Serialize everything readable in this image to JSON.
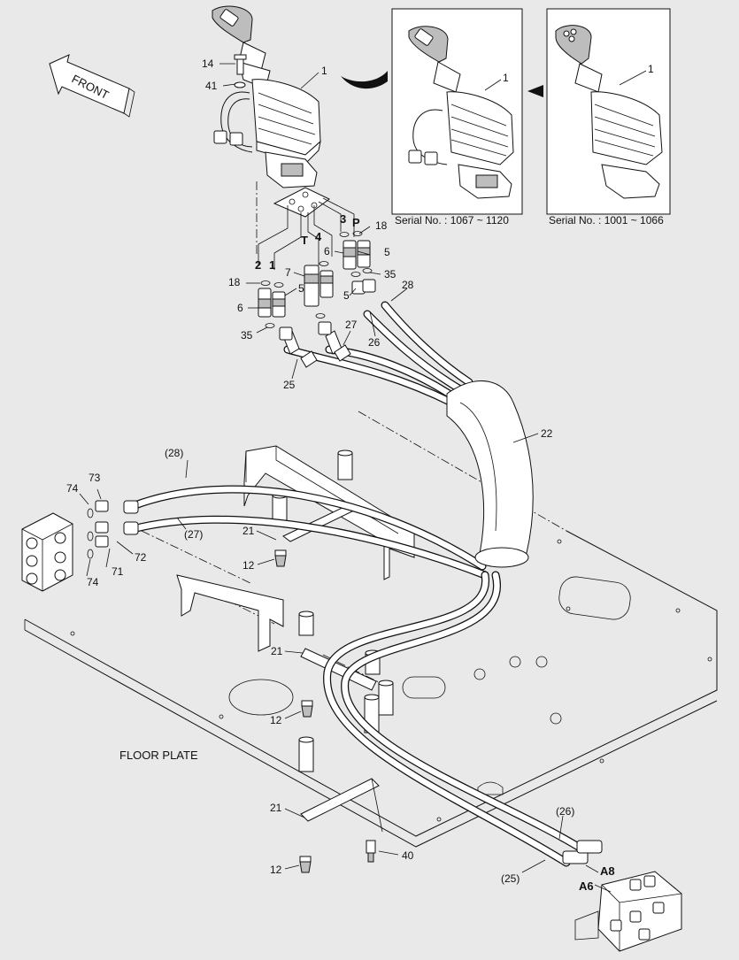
{
  "directions": {
    "front": "FRONT"
  },
  "insets": [
    {
      "serial": "Serial No. : 1067 ~ 1120",
      "callout": "1"
    },
    {
      "serial": "Serial No. : 1001 ~ 1066",
      "callout": "1"
    }
  ],
  "labels": {
    "floor_plate": "FLOOR PLATE",
    "ports": {
      "p2": "2",
      "p1": "1",
      "t": "T",
      "p4": "4",
      "p3": "3",
      "p": "P",
      "a8": "A8",
      "a6": "A6"
    }
  },
  "callouts": {
    "c14": "14",
    "c41": "41",
    "c1": "1",
    "c18a": "18",
    "c18b": "18",
    "c6a": "6",
    "c6b": "6",
    "c5a": "5",
    "c5b": "5",
    "c5c": "5",
    "c7": "7",
    "c35a": "35",
    "c35b": "35",
    "c28": "28",
    "c27": "27",
    "c26": "26",
    "c25": "25",
    "c22": "22",
    "c28p": "(28)",
    "c27p": "(27)",
    "c26p": "(26)",
    "c25p": "(25)",
    "c73": "73",
    "c74a": "74",
    "c74b": "74",
    "c71": "71",
    "c72": "72",
    "c21a": "21",
    "c21b": "21",
    "c21c": "21",
    "c12a": "12",
    "c12b": "12",
    "c12c": "12",
    "c40": "40"
  }
}
